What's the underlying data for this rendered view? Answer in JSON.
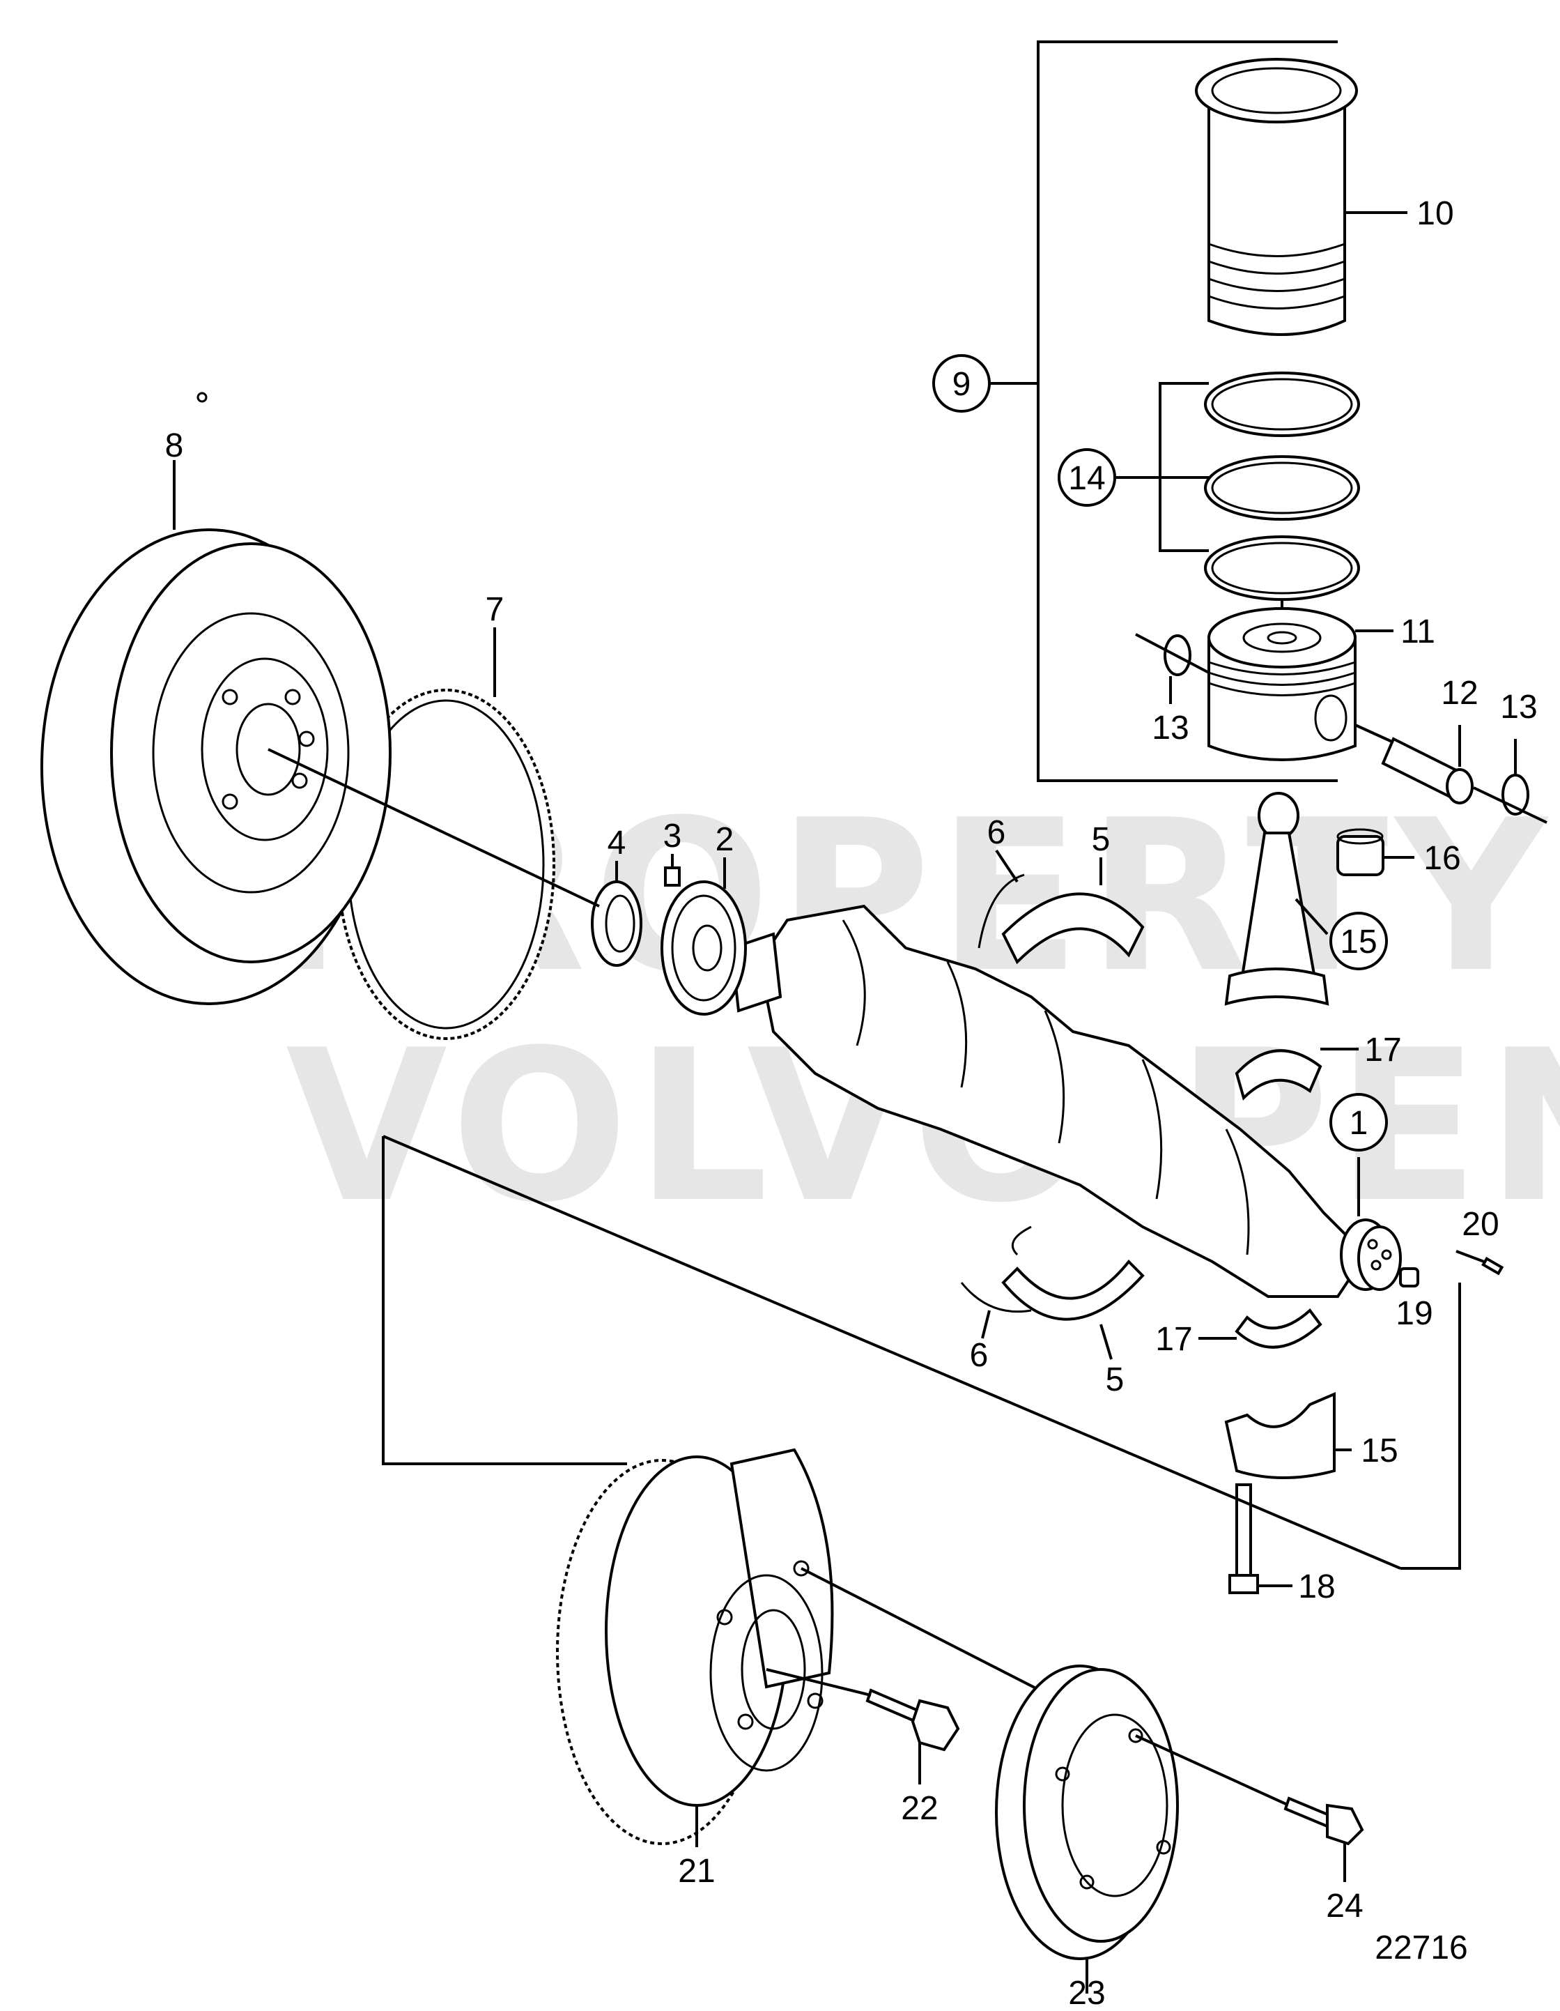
{
  "diagram": {
    "watermark_line1": "PROPERTY OF",
    "watermark_line2": "VOLVO PENTA",
    "figure_number": "22716",
    "callouts": {
      "c1": "1",
      "c2": "2",
      "c3": "3",
      "c4": "4",
      "c5a": "5",
      "c5b": "5",
      "c6a": "6",
      "c6b": "6",
      "c7": "7",
      "c8": "8",
      "c9": "9",
      "c10": "10",
      "c11": "11",
      "c12": "12",
      "c13a": "13",
      "c13b": "13",
      "c14": "14",
      "c15a": "15",
      "c15b": "15",
      "c16": "16",
      "c17a": "17",
      "c17b": "17",
      "c18": "18",
      "c19": "19",
      "c20": "20",
      "c21": "21",
      "c22": "22",
      "c23": "23",
      "c24": "24"
    }
  }
}
